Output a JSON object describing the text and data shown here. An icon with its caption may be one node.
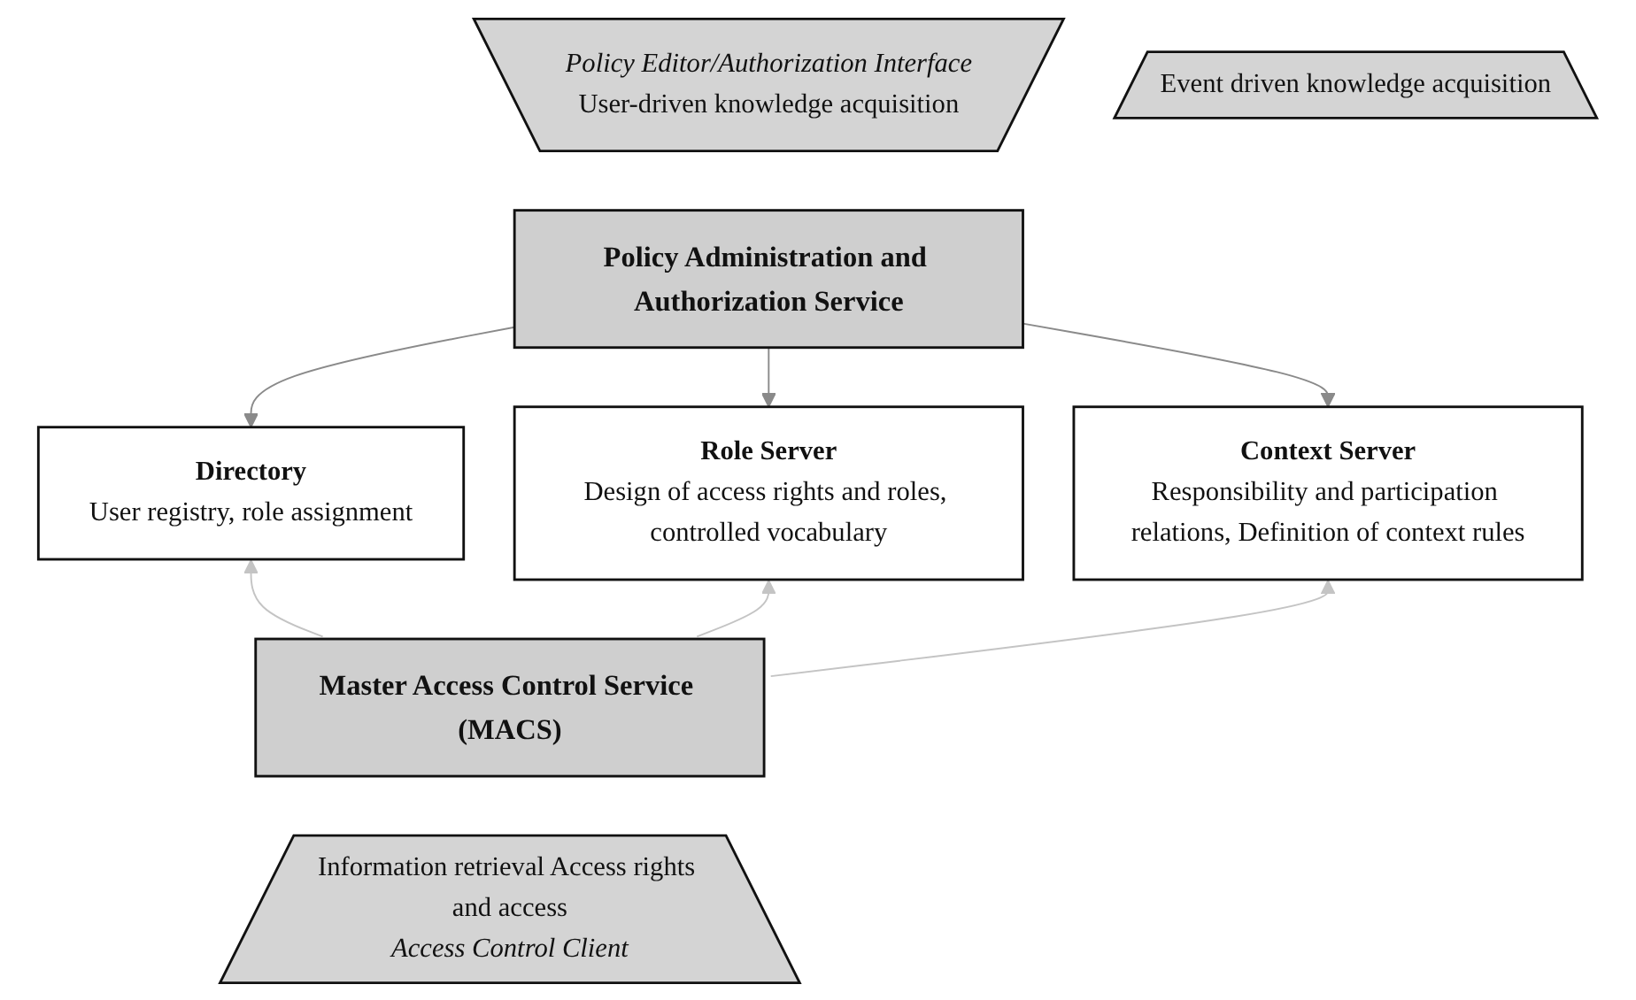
{
  "diagram": {
    "nodes": [
      {
        "text": [
          "Policy Editor/Authorization Interface",
          "User-driven knowledge acquisition"
        ]
      },
      {
        "text": [
          "Policy Administration and Authorization Service"
        ]
      },
      {
        "text": [
          "Directory",
          "User registry, role assignment"
        ]
      },
      {
        "text": [
          "Role Server",
          "Design of access rights and roles, controlled vocabulary"
        ]
      },
      {
        "text": [
          "Context Server",
          "Responsibility and participation relations, Definition of context rules"
        ]
      },
      {
        "text": [
          "Event driven knowledge acquisition"
        ]
      },
      {
        "text": [
          "Master Access Control Service (MACS)"
        ]
      },
      {
        "text": [
          "Information retrieval Access rights and access",
          "Access Control Client"
        ]
      }
    ],
    "edges": [
      {
        "from": 1,
        "to": 2,
        "arrow": "to",
        "color": "#8a8a8a"
      },
      {
        "from": 1,
        "to": 3,
        "arrow": "to",
        "color": "#8a8a8a"
      },
      {
        "from": 1,
        "to": 4,
        "arrow": "to",
        "color": "#8a8a8a"
      },
      {
        "from": 6,
        "to": 2,
        "arrow": "to",
        "color": "#c4c4c4"
      },
      {
        "from": 6,
        "to": 3,
        "arrow": "to",
        "color": "#c4c4c4"
      },
      {
        "from": 6,
        "to": 4,
        "arrow": "to",
        "color": "#c4c4c4"
      }
    ]
  }
}
